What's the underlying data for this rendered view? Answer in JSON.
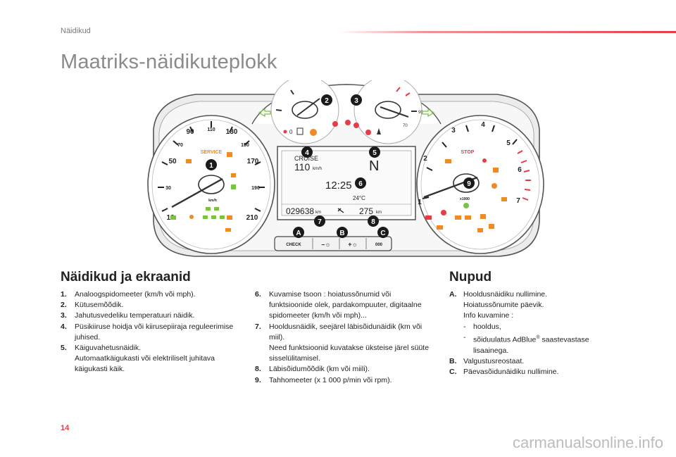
{
  "header": {
    "section": "Näidikud",
    "title": "Maatriks-näidikuteplokk"
  },
  "panel": {
    "callouts": [
      "1",
      "2",
      "3",
      "4",
      "5",
      "6",
      "7",
      "8",
      "9",
      "A",
      "B",
      "C"
    ],
    "speedo": {
      "ticks": [
        "10",
        "30",
        "50",
        "70",
        "90",
        "110",
        "130",
        "150",
        "170",
        "190",
        "210"
      ],
      "unit": "km/h",
      "service": "SERVICE"
    },
    "tacho": {
      "ticks": [
        "1",
        "2",
        "3",
        "4",
        "5",
        "6",
        "7"
      ],
      "unit": "x1000",
      "stop": "STOP"
    },
    "screen": {
      "cruise": "CRUISE",
      "speed": "110",
      "speed_unit": "km/h",
      "gear": "N",
      "time": "12:25",
      "temp": "24°C",
      "odometer": "029638",
      "odo_unit": "km",
      "range": "275",
      "range_unit": "km"
    },
    "buttons": {
      "check": "CHECK",
      "minus": "–☼",
      "plus": "+☼",
      "reset": "000"
    },
    "gauge_small": {
      "left_low": "0",
      "right_mid": "90",
      "right_high": "70"
    }
  },
  "left_section": {
    "heading": "Näidikud ja ekraanid",
    "items_a": [
      {
        "num": "1.",
        "text": "Analoogspidomeeter (km/h või mph)."
      },
      {
        "num": "2.",
        "text": "Kütusemõõdik."
      },
      {
        "num": "3.",
        "text": "Jahutusvedeliku temperatuuri näidik."
      },
      {
        "num": "4.",
        "text": "Püsikiiruse hoidja või kiirusepiiraja reguleerimise juhised."
      },
      {
        "num": "5.",
        "text": "Käiguvahetusnäidik.",
        "text2": "Automaatkäigukasti või elektriliselt juhitava käigukasti käik."
      }
    ],
    "items_b": [
      {
        "num": "6.",
        "text": "Kuvamise tsoon : hoiatussõnumid või funktsioonide olek, pardakompuuter, digitaalne spidomeeter (km/h või mph)..."
      },
      {
        "num": "7.",
        "text": "Hooldusnäidik, seejärel läbisõidunäidik (km või miil).",
        "text2": "Need funktsioonid kuvatakse üksteise järel süüte sisselülitamisel."
      },
      {
        "num": "8.",
        "text": "Läbisõidumõõdik (km või miili)."
      },
      {
        "num": "9.",
        "text": "Tahhomeeter (x 1 000 p/min või rpm)."
      }
    ]
  },
  "right_section": {
    "heading": "Nupud",
    "a_num": "A.",
    "a_line1": "Hooldusnäidiku nullimine.",
    "a_line2": "Hoiatussõnumite päevik.",
    "a_line3": "Info kuvamine :",
    "a_sub1": "hooldus,",
    "a_sub2_pre": "sõiduulatus AdBlue",
    "a_sub2_sup": "®",
    "a_sub2_post": " saastevastase lisaainega.",
    "b_num": "B.",
    "b_text": "Valgustusreostaat.",
    "c_num": "C.",
    "c_text": "Päevasõidunäidiku nullimine."
  },
  "footer": {
    "page_number": "14",
    "watermark": "carmanualsonline.info"
  },
  "colors": {
    "accent": "#e63c46",
    "indicator_green": "#7cc242",
    "indicator_orange": "#f08a24",
    "callout": "#1a1a1a"
  }
}
